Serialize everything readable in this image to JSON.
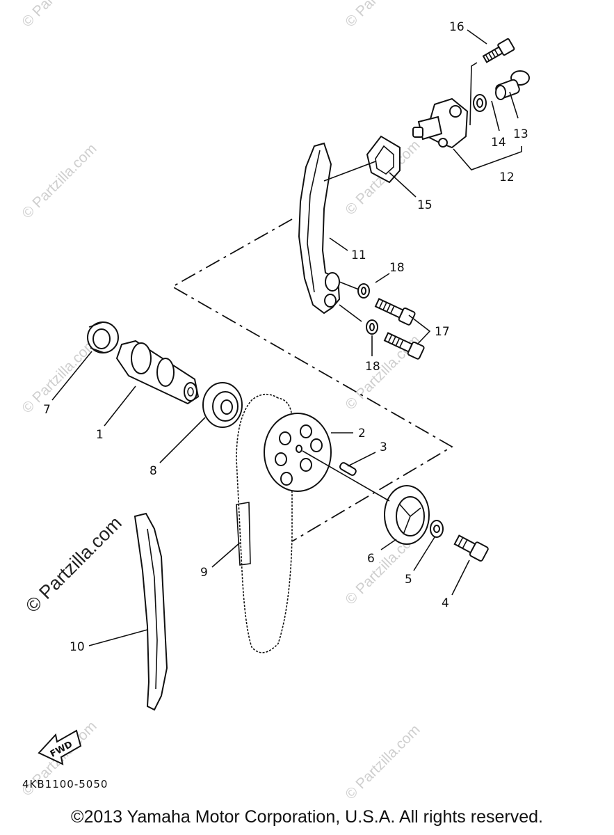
{
  "diagram": {
    "callouts": {
      "p1": "1",
      "p2": "2",
      "p3": "3",
      "p4": "4",
      "p5": "5",
      "p6": "6",
      "p7": "7",
      "p8": "8",
      "p9": "9",
      "p10": "10",
      "p11": "11",
      "p12": "12",
      "p13": "13",
      "p14": "14",
      "p15": "15",
      "p16": "16",
      "p17": "17",
      "p18a": "18",
      "p18b": "18"
    },
    "fwd_label": "FWD",
    "diagram_code": "4KB1100-5050",
    "watermark": "© Partzilla.com"
  },
  "footer": {
    "copyright": "©2013  Yamaha Motor Corporation, U.S.A. All rights reserved."
  }
}
